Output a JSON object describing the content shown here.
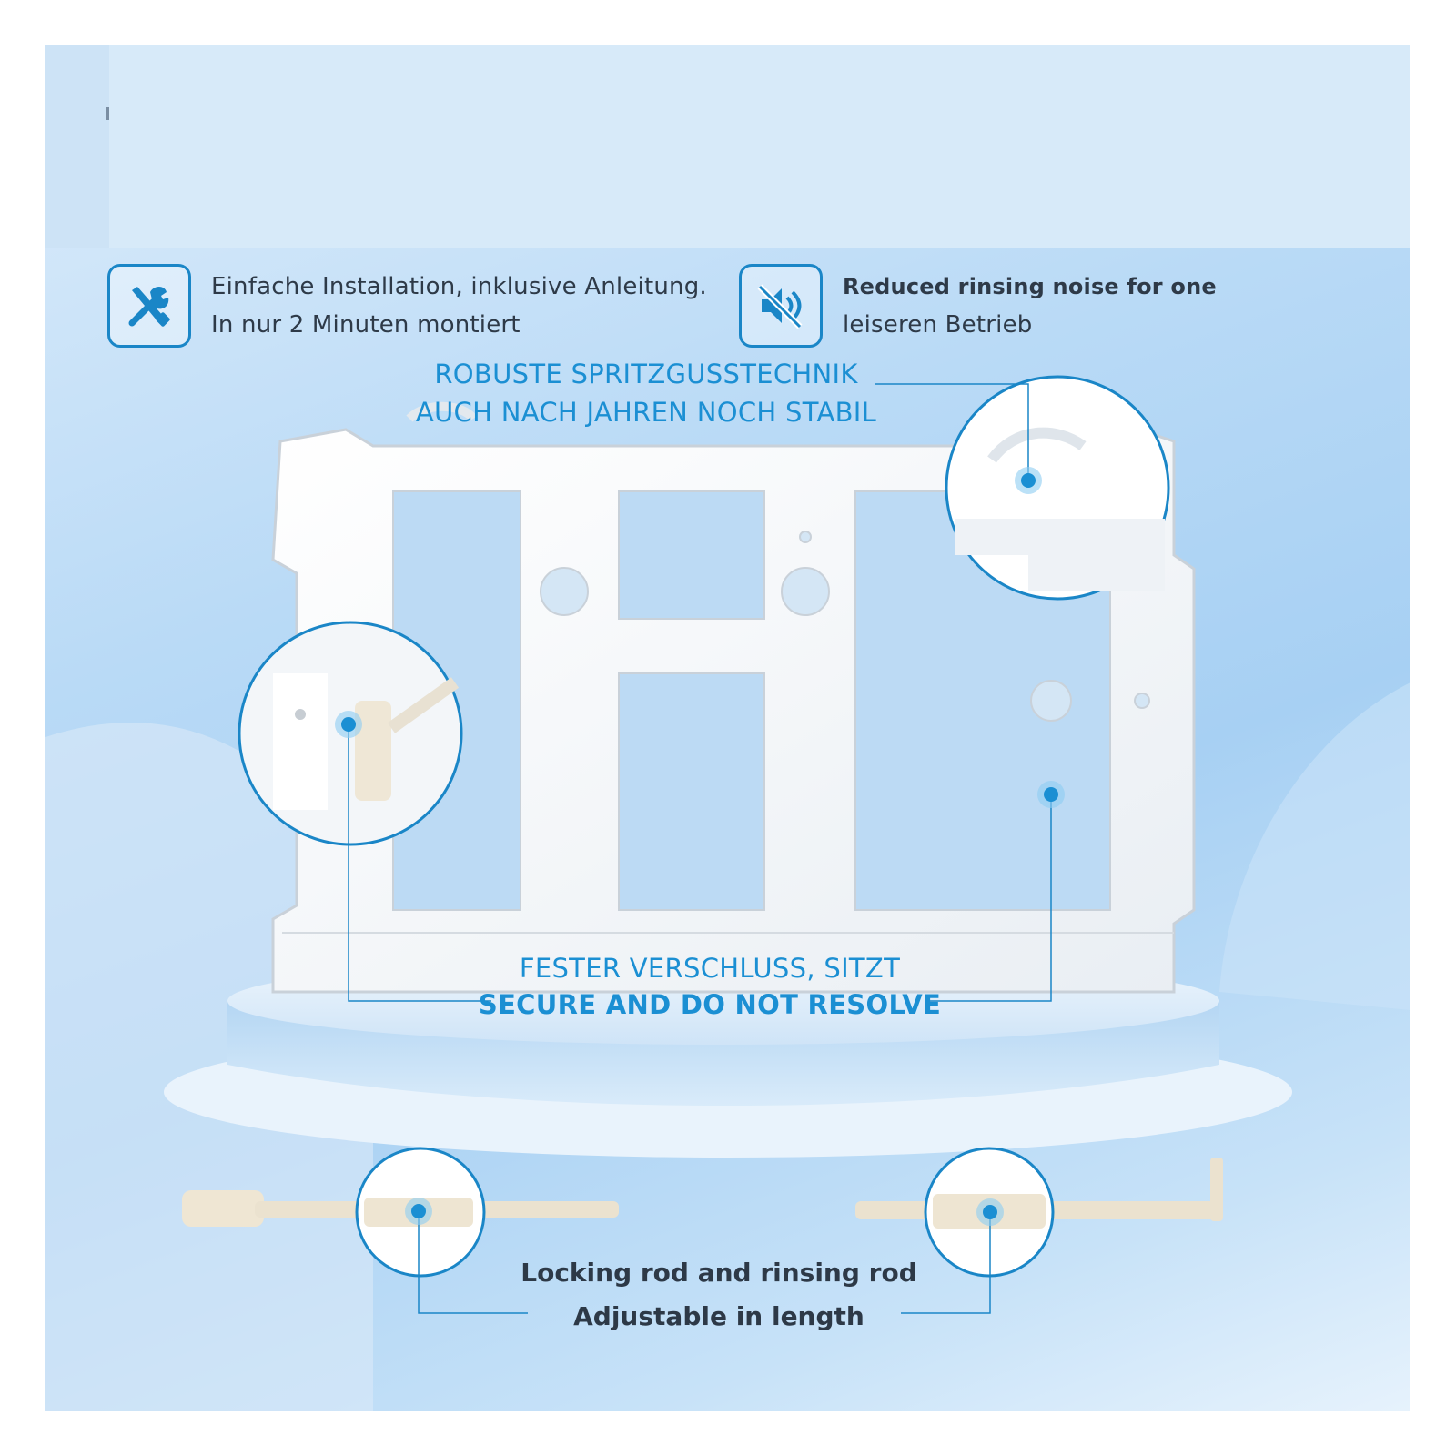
{
  "features": [
    {
      "icon": "tools-icon",
      "line1": "Einfache Installation, inklusive Anleitung.",
      "line2": "In nur 2 Minuten montiert"
    },
    {
      "icon": "speaker-muted-icon",
      "line1": "Reduced rinsing noise for one",
      "line2": "leiseren Betrieb"
    }
  ],
  "callouts": {
    "top": {
      "line1": "ROBUSTE SPRITZGUSSTECHNIK",
      "line2": "AUCH NACH JAHREN NOCH STABIL"
    },
    "middle": {
      "line1": "FESTER VERSCHLUSS, SITZT",
      "line2": "SECURE AND DO NOT RESOLVE"
    },
    "bottom": {
      "line1": "Locking rod and rinsing rod",
      "line2": "Adjustable in length"
    }
  },
  "colors": {
    "accent": "#1b8fd3",
    "text": "#2e3a48",
    "background": "#b9daf6"
  }
}
